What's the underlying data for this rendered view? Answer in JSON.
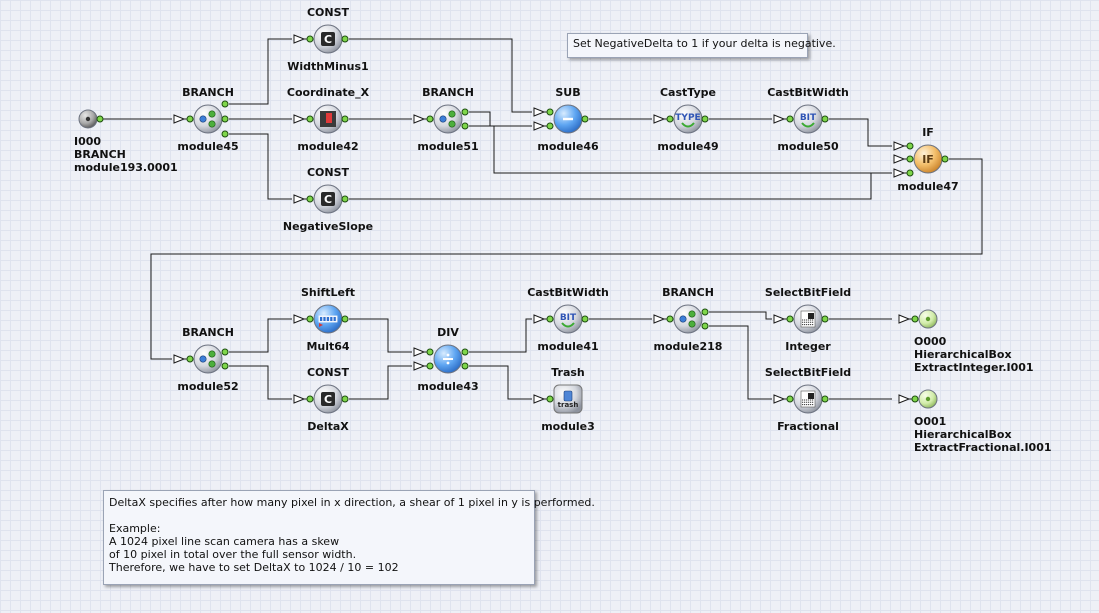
{
  "modules": [
    {
      "id": "io000",
      "kind": "input",
      "title": "",
      "labels": [
        "I000",
        "BRANCH",
        "module193.0001"
      ]
    },
    {
      "id": "module45",
      "kind": "branch",
      "title": "BRANCH",
      "labels": [
        "module45"
      ],
      "icon": "branch-icon"
    },
    {
      "id": "widthminus1",
      "kind": "const",
      "title": "CONST",
      "labels": [
        "WidthMinus1"
      ],
      "icon": "const-icon"
    },
    {
      "id": "module42",
      "kind": "coord",
      "title": "Coordinate_X",
      "labels": [
        "module42"
      ],
      "icon": "coordinate-icon"
    },
    {
      "id": "negslope",
      "kind": "const",
      "title": "CONST",
      "labels": [
        "NegativeSlope"
      ],
      "icon": "const-icon"
    },
    {
      "id": "module51",
      "kind": "branch",
      "title": "BRANCH",
      "labels": [
        "module51"
      ],
      "icon": "branch-icon"
    },
    {
      "id": "module46",
      "kind": "sub",
      "title": "SUB",
      "labels": [
        "module46"
      ],
      "icon": "minus-icon"
    },
    {
      "id": "module49",
      "kind": "casttype",
      "title": "CastType",
      "labels": [
        "module49"
      ],
      "icon": "type-icon"
    },
    {
      "id": "module50",
      "kind": "castbit",
      "title": "CastBitWidth",
      "labels": [
        "module50"
      ],
      "icon": "bit-icon"
    },
    {
      "id": "module47",
      "kind": "if",
      "title": "IF",
      "labels": [
        "module47"
      ],
      "icon": "if-icon"
    },
    {
      "id": "module52",
      "kind": "branch",
      "title": "BRANCH",
      "labels": [
        "module52"
      ],
      "icon": "branch-icon"
    },
    {
      "id": "mult64",
      "kind": "shift",
      "title": "ShiftLeft",
      "labels": [
        "Mult64"
      ],
      "icon": "shift-icon"
    },
    {
      "id": "deltax",
      "kind": "const",
      "title": "CONST",
      "labels": [
        "DeltaX"
      ],
      "icon": "const-icon"
    },
    {
      "id": "module43",
      "kind": "div",
      "title": "DIV",
      "labels": [
        "module43"
      ],
      "icon": "divide-icon"
    },
    {
      "id": "module41",
      "kind": "castbit",
      "title": "CastBitWidth",
      "labels": [
        "module41"
      ],
      "icon": "bit-icon"
    },
    {
      "id": "module3",
      "kind": "trash",
      "title": "Trash",
      "labels": [
        "module3"
      ],
      "icon": "trash-icon"
    },
    {
      "id": "module218",
      "kind": "branch",
      "title": "BRANCH",
      "labels": [
        "module218"
      ],
      "icon": "branch-icon"
    },
    {
      "id": "integer",
      "kind": "selbit",
      "title": "SelectBitField",
      "labels": [
        "Integer"
      ],
      "icon": "bitfield-icon"
    },
    {
      "id": "fractional",
      "kind": "selbit",
      "title": "SelectBitField",
      "labels": [
        "Fractional"
      ],
      "icon": "bitfield-icon"
    },
    {
      "id": "o000",
      "kind": "output",
      "title": "",
      "labels": [
        "O000",
        "HierarchicalBox",
        "ExtractInteger.I001"
      ]
    },
    {
      "id": "o001",
      "kind": "output",
      "title": "",
      "labels": [
        "O001",
        "HierarchicalBox",
        "ExtractFractional.I001"
      ]
    }
  ],
  "icon_text": {
    "type": "TYPE",
    "bit": "BIT",
    "if": "IF",
    "trash": "trash",
    "const": "C"
  },
  "notes": {
    "negative_delta": "Set NegativeDelta to 1 if your delta is negative.",
    "deltax_lines": [
      "DeltaX specifies after how many pixel in x direction, a shear of 1 pixel in y is performed.",
      "",
      "Example:",
      "A 1024 pixel line scan camera has a skew",
      "of 10 pixel in total over the full sensor width.",
      "Therefore, we have to set DeltaX to 1024 / 10 = 102"
    ]
  },
  "colors": {
    "port": "#7fd64a",
    "sub_module": "#5a9cf0",
    "if_module": "#f2b860",
    "io_node": "#cfe8a8",
    "grid": "#dfe3ee"
  }
}
